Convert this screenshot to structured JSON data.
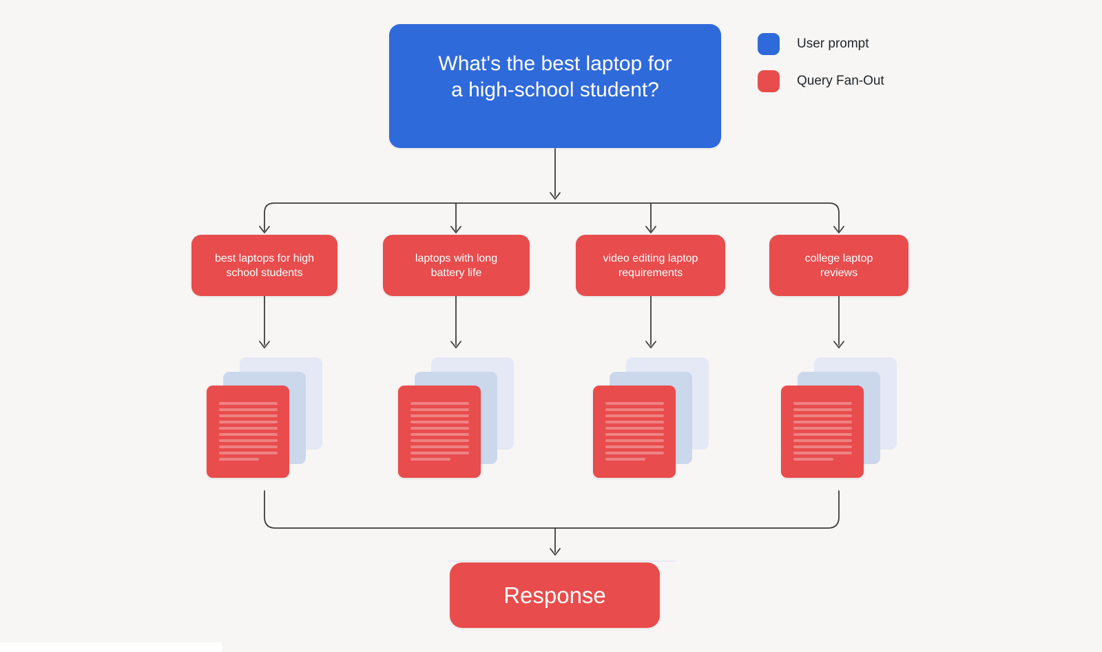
{
  "colors": {
    "background": "#F7F6F4",
    "user_prompt_blue": "#2F6ADB",
    "query_fanout_red": "#E84C4C",
    "doc_card_back": "#E5E9F6",
    "doc_card_middle": "#CBD8EC",
    "doc_stripe": "rgba(255,255,255,0.30)",
    "connector": "#3B3B3B",
    "text_dark": "#1F242B",
    "node_text": "#FFFFFF"
  },
  "legend": {
    "items": [
      {
        "label": "User prompt",
        "swatch": "user-prompt-blue-swatch"
      },
      {
        "label": "Query Fan-Out",
        "swatch": "query-fanout-red-swatch"
      }
    ]
  },
  "user_prompt": {
    "lines": [
      "What's the best laptop for",
      "a high-school student?"
    ]
  },
  "queries": [
    {
      "label": "best laptops for high school students"
    },
    {
      "label": "laptops with long battery life"
    },
    {
      "label": "video editing laptop requirements"
    },
    {
      "label": "college laptop reviews"
    }
  ],
  "document_stack": {
    "icon": "layered-documents-icon",
    "count": 4,
    "line_count": 10
  },
  "response": {
    "label": "Response"
  }
}
